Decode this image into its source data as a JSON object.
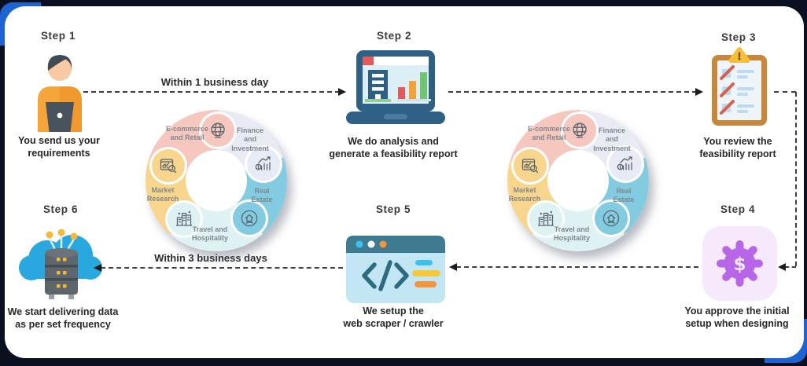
{
  "frame": {
    "background_color": "#0B1020",
    "accent_blue": "#1F63D2",
    "card_color": "#FFFFFF"
  },
  "steps": [
    {
      "label": "Step 1",
      "icon": "person-laptop-icon",
      "caption_lines": [
        "You send us your",
        "requirements"
      ]
    },
    {
      "label": "Step 2",
      "icon": "laptop-analysis-icon",
      "caption_lines": [
        "We do analysis and",
        "generate a feasibility report"
      ]
    },
    {
      "label": "Step 3",
      "icon": "clipboard-checklist-icon",
      "caption_lines": [
        "You review the",
        "feasibility report"
      ]
    },
    {
      "label": "Step 4",
      "icon": "gear-dollar-icon",
      "caption_lines": [
        "You approve the initial",
        "setup when designing"
      ]
    },
    {
      "label": "Step 5",
      "icon": "code-browser-icon",
      "caption_lines": [
        "We setup the",
        "web scraper / crawler"
      ]
    },
    {
      "label": "Step 6",
      "icon": "cloud-server-icon",
      "caption_lines": [
        "We start delivering data",
        "as per set frequency"
      ]
    }
  ],
  "connectors": {
    "step1_to_step2_label": "Within 1 business day",
    "step5_to_step6_label": "Within 3 business days"
  },
  "industry_wheel": {
    "segments": [
      {
        "color": "#F6C7BE",
        "icon": "globe-commerce-icon",
        "lines": [
          "E-commerce",
          "and Retail"
        ]
      },
      {
        "color": "#E9EBF4",
        "icon": "finance-growth-icon",
        "lines": [
          "Finance",
          "and",
          "Investment"
        ]
      },
      {
        "color": "#82CBE1",
        "icon": "real-estate-icon",
        "lines": [
          "Real",
          "Estate"
        ]
      },
      {
        "color": "#DFF2F3",
        "icon": "hotel-buildings-icon",
        "lines": [
          "Travel and",
          "Hospitality"
        ]
      },
      {
        "color": "#F8D58C",
        "icon": "market-research-icon",
        "lines": [
          "Market",
          "Research"
        ]
      }
    ]
  }
}
